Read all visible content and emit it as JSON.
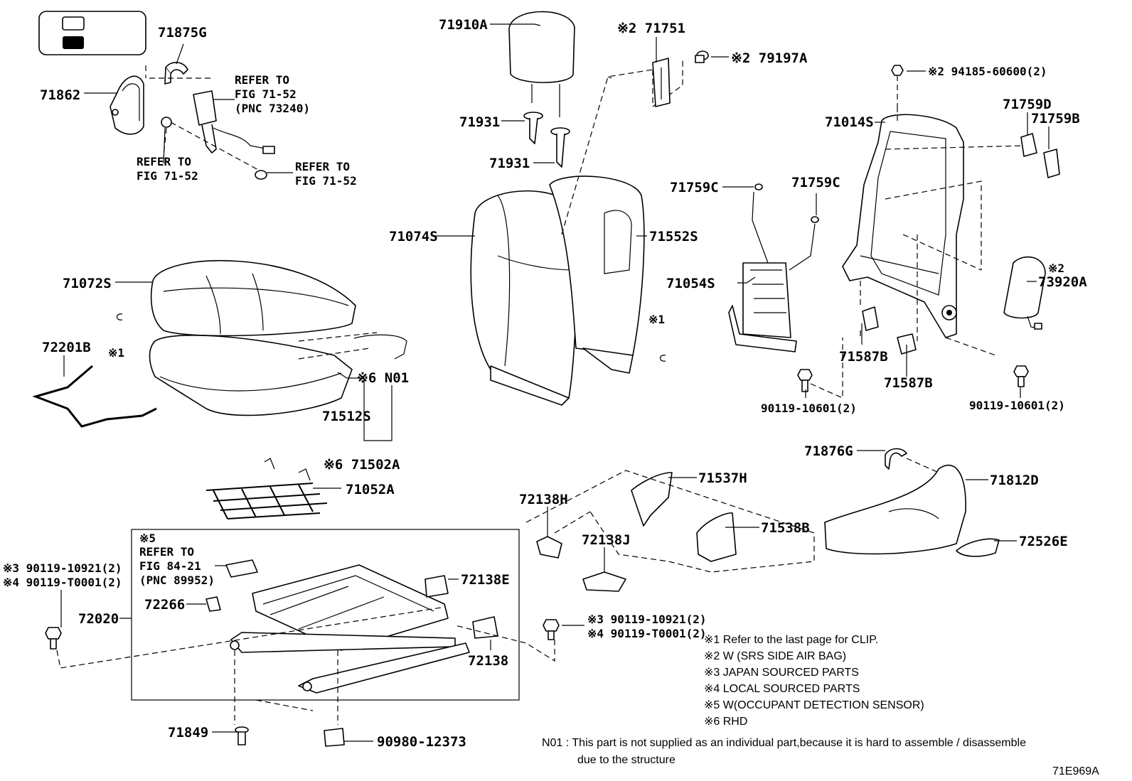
{
  "labels": {
    "p71875G": "71875G",
    "p71862": "71862",
    "refer_fig_a_1": "REFER TO",
    "refer_fig_a_2": "FIG 71-52",
    "refer_fig_a_3": "(PNC 73240)",
    "refer_fig_b_1": "REFER TO",
    "refer_fig_b_2": "FIG 71-52",
    "refer_fig_c_1": "REFER TO",
    "refer_fig_c_2": "FIG 71-52",
    "p71910A": "71910A",
    "p71931_1": "71931",
    "p71931_2": "71931",
    "p71751": "※2 71751",
    "p79197A": "※2 79197A",
    "p94185": "※2 94185-60600(2)",
    "p71759D": "71759D",
    "p71759B": "71759B",
    "p71014S": "71014S",
    "p71759C_1": "71759C",
    "p71759C_2": "71759C",
    "p71074S": "71074S",
    "p71552S": "71552S",
    "p71072S": "71072S",
    "p71054S": "71054S",
    "p73920A_mark": "※2",
    "p73920A": "73920A",
    "p72201B": "72201B",
    "mark1_a": "※1",
    "mark1_b": "※1",
    "p71587B_1": "71587B",
    "p71587B_2": "71587B",
    "pN01": "※6 N01",
    "p71512S": "71512S",
    "p90119_10601_1": "90119-10601(2)",
    "p90119_10601_2": "90119-10601(2)",
    "p71502A": "※6 71502A",
    "p71876G": "71876G",
    "p71812D": "71812D",
    "p71052A": "71052A",
    "p71537H": "71537H",
    "p72138H": "72138H",
    "p71538B": "71538B",
    "p72138J": "72138J",
    "p72526E": "72526E",
    "mark5": "※5",
    "refer_fig_d_1": "REFER TO",
    "refer_fig_d_2": "FIG 84-21",
    "refer_fig_d_3": "(PNC 89952)",
    "p90119_10921_left": "※3 90119-10921(2)",
    "p90119_T0001_left": "※4 90119-T0001(2)",
    "p72138E": "72138E",
    "p72266": "72266",
    "p72020": "72020",
    "p90119_10921_right": "※3  90119-10921(2)",
    "p90119_T0001_right": "※4  90119-T0001(2)",
    "p72138": "72138",
    "p71849": "71849",
    "p90980": "90980-12373"
  },
  "notes": [
    "※1  Refer to the last page for CLIP.",
    "※2  W (SRS SIDE AIR BAG)",
    "※3  JAPAN SOURCED PARTS",
    "※4  LOCAL SOURCED PARTS",
    "※5  W(OCCUPANT DETECTION SENSOR)",
    "※6  RHD"
  ],
  "footnote": {
    "line1": "N01 : This part is not supplied as an individual part,because it is hard to assemble / disassemble",
    "line2": "due to the structure"
  },
  "figure_code": "71E969A"
}
